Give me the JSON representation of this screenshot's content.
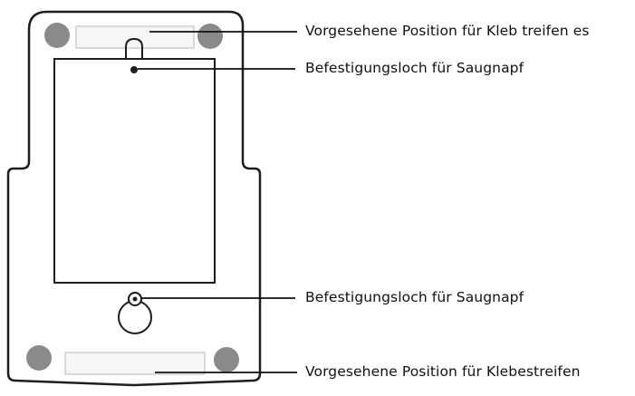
{
  "diagram": {
    "callouts": [
      {
        "id": "strip-top",
        "label": "Vorgesehene Position für Kleb treifen es"
      },
      {
        "id": "hole-top",
        "label": "Befestigungsloch für Saugnapf"
      },
      {
        "id": "hole-bottom",
        "label": "Befestigungsloch für Saugnapf"
      },
      {
        "id": "strip-bottom",
        "label": "Vorgesehene Position für Klebestreifen"
      }
    ],
    "colors": {
      "outline": "#1e1e1e",
      "pad": "#8a8a8a",
      "strip_fill": "#f6f6f6",
      "strip_stroke": "#cfcfcf",
      "leader": "#111111"
    }
  }
}
